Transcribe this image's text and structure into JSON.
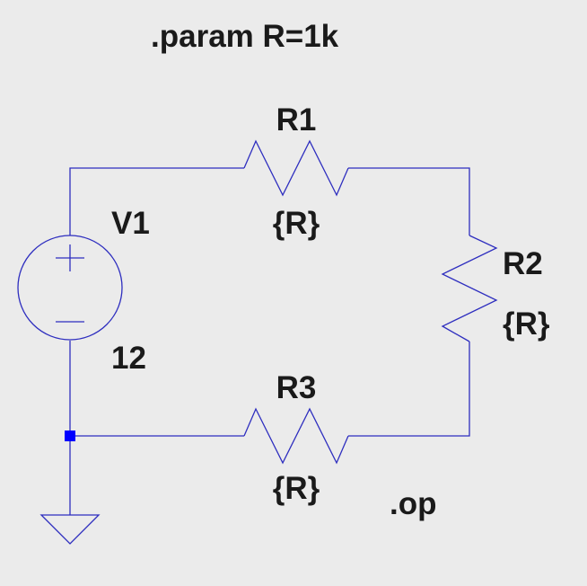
{
  "directives": {
    "param": ".param R=1k",
    "analysis": ".op"
  },
  "components": {
    "V1": {
      "name": "V1",
      "value": "12",
      "plus_symbol": "+",
      "minus_symbol": "−"
    },
    "R1": {
      "name": "R1",
      "value": "{R}"
    },
    "R2": {
      "name": "R2",
      "value": "{R}"
    },
    "R3": {
      "name": "R3",
      "value": "{R}"
    }
  },
  "colors": {
    "background": "#ebebeb",
    "wire": "#2e2ebf",
    "junction": "#0000ff",
    "text": "#1a1a1a"
  }
}
